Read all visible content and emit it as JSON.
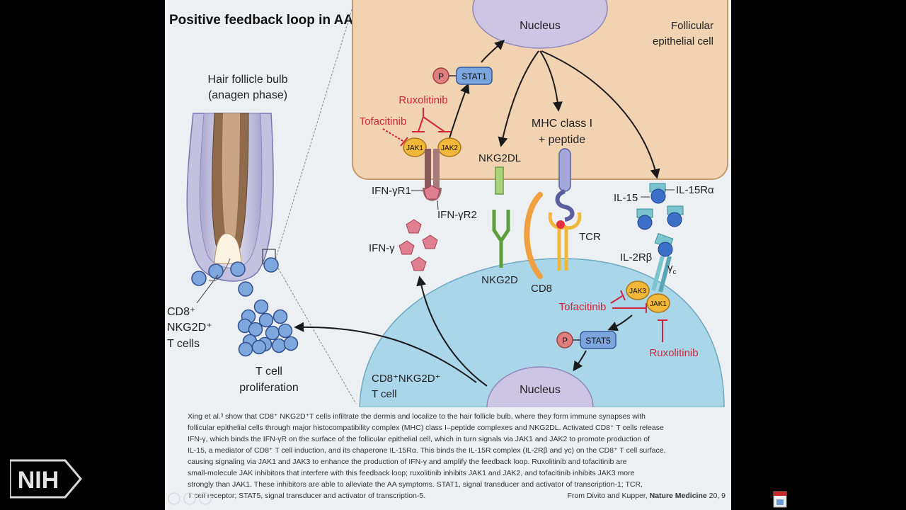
{
  "slide": {
    "title": "Positive feedback loop in AA",
    "follicle": {
      "title_line1": "Hair follicle bulb",
      "title_line2": "(anagen phase)"
    },
    "cells_label": {
      "line1": "CD8⁺",
      "line2": "NKG2D⁺",
      "line3": "T cells"
    },
    "proliferation": {
      "line1": "T cell",
      "line2": "proliferation"
    },
    "epithelial_cell": {
      "line1": "Follicular",
      "line2": "epithelial cell"
    },
    "nucleus_top": "Nucleus",
    "nucleus_bottom": "Nucleus",
    "tcell_label": {
      "line1": "CD8⁺NKG2D⁺",
      "line2": "T cell"
    },
    "labels": {
      "p_top": "P",
      "stat1": "STAT1",
      "ruxolitinib_top": "Ruxolitinib",
      "tofacitinib_top": "Tofacitinib",
      "jak1_top": "JAK1",
      "jak2": "JAK2",
      "mhc_line1": "MHC class I",
      "mhc_line2": "+ peptide",
      "nkg2dl": "NKG2DL",
      "ifn_gr1": "IFN-γR1",
      "ifn_gr2": "IFN-γR2",
      "ifn_g": "IFN-γ",
      "nkg2d": "NKG2D",
      "cd8": "CD8",
      "tcr": "TCR",
      "il15": "IL-15",
      "il15ra": "IL-15Rα",
      "il2rb": "IL-2Rβ",
      "gamma_c": "γ",
      "gamma_c_sub": "c",
      "jak3": "JAK3",
      "jak1_bottom": "JAK1",
      "tofacitinib_bottom": "Tofacitinib",
      "p_bottom": "P",
      "stat5": "STAT5",
      "ruxolitinib_bottom": "Ruxolitinib"
    },
    "caption": [
      "Xing et al.³ show that CD8⁺ NKG2D⁺T cells infiltrate the dermis and localize to the hair follicle bulb, where they form immune synapses with",
      "follicular epithelial cells through major histocompatibility complex (MHC) class I–peptide complexes and NKG2DL. Activated CD8⁺ T cells release",
      "IFN-γ, which binds the IFN-γR on the surface of the follicular epithelial cell, which in turn signals via JAK1 and JAK2 to promote production of",
      "IL-15, a mediator of CD8⁺ T cell induction, and its chaperone IL-15Rα. This binds the IL-15R complex (IL-2Rβ and γc) on the CD8⁺ T cell surface,",
      "causing signaling via JAK1 and JAK3 to enhance the production of IFN-γ and amplify the feedback loop. Ruxolitinib and tofacitinib are",
      "small-molecule JAK inhibitors that interfere with this feedback loop; ruxolitinib inhibits JAK1 and JAK2, and tofacitinib inhibits JAK3 more",
      "strongly than JAK1. These inhibitors are able to alleviate the AA symptoms. STAT1, signal transducer and activator of transcription-1; TCR,",
      "T cell receptor; STAT5, signal transducer and activator of transcription-5."
    ],
    "source_prefix": "From Divito and Kupper, ",
    "source_journal": "Nature Medicine",
    "source_suffix": " 20, 9"
  },
  "logo": {
    "text": "NIH"
  },
  "colors": {
    "inhibitor": "#d0243c",
    "epithelial": "#f1d3b1",
    "tcell": "#a9d6e8",
    "nucleus": "#ccc6e4",
    "jak": "#f0b739"
  }
}
